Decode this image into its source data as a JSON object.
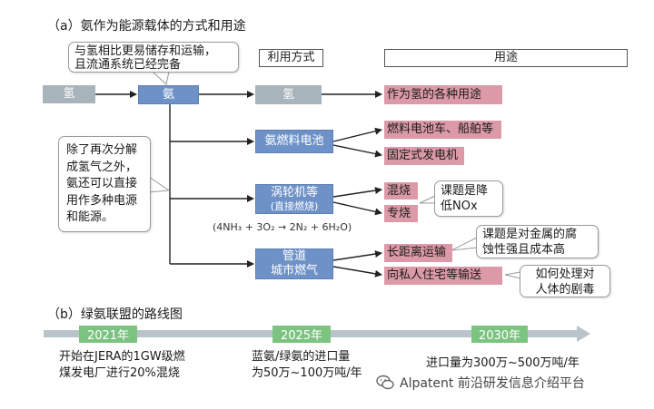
{
  "section_a": {
    "title": "（a）氨作为能源载体的方式和用途",
    "header_method": "利用方式",
    "header_use": "用途"
  },
  "callout_top": {
    "lines": [
      "与氢相比更易储存和运输，",
      "且流通系统已经完备"
    ]
  },
  "callout_left": {
    "lines": [
      "除了再次分解",
      "成氢气之外，",
      "氨还可以直接",
      "用作多种电源",
      "和能源。"
    ]
  },
  "callout_nox": {
    "lines": [
      "课题是降",
      "低NOx"
    ]
  },
  "callout_metal": {
    "lines": [
      "课题是对金属的腐",
      "蚀性强且成本高"
    ]
  },
  "callout_toxic": {
    "lines": [
      "如何处理对",
      "人体的剧毒"
    ]
  },
  "nodes": {
    "hydrogen_src": "氢",
    "ammonia": "氨",
    "hydrogen_use": "氢",
    "fuel_cell": "氨燃料电池",
    "turbine_line1": "涡轮机等",
    "turbine_line2": "(直接燃烧)",
    "pipeline_line1": "管道",
    "pipeline_line2": "城市燃气"
  },
  "formula": "(4NH₃ + 3O₂ → 2N₂ + 6H₂O)",
  "uses": {
    "hydrogen_uses": "作为氢的各种用途",
    "fuel_cell_vehicles": "燃料电池车、船舶等",
    "stationary_power": "固定式发电机",
    "co_firing": "混烧",
    "dedicated_firing": "专烧",
    "long_distance": "长距离运输",
    "residential": "向私人住宅等输送"
  },
  "section_b": {
    "title": "（b）绿氨联盟的路线图"
  },
  "timeline": [
    {
      "year": "2021年",
      "lines": [
        "开始在JERA的1GW级燃",
        "煤发电厂进行20%混烧"
      ]
    },
    {
      "year": "2025年",
      "lines": [
        "蓝氨/绿氨的进口量",
        "为50万~100万吨/年"
      ]
    },
    {
      "year": "2030年",
      "lines": [
        "进口量为300万~500万吨/年"
      ]
    }
  ],
  "watermark": "Alpatent 前沿研发信息介绍平台",
  "colors": {
    "gray_box": "#a8b4bc",
    "blue_box": "#6e92c8",
    "pink_box": "#dc9aa8",
    "year_green": "#7cc381",
    "timeline_bar": "#b9c3ca"
  }
}
